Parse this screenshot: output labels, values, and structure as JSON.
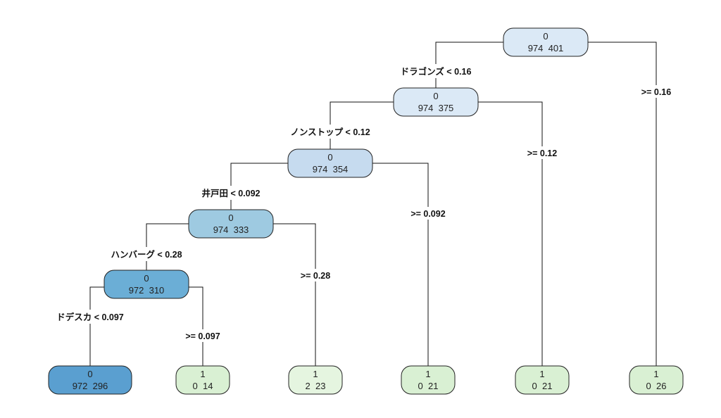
{
  "colors": {
    "class0_light": "#dbe9f6",
    "class0_mid": "#c6dbef",
    "class0_strong": "#9ecae1",
    "class0_stronger": "#6baed6",
    "class0_darkest": "#5a9fd0",
    "class1_leaf": "#d9f0d3",
    "class1_leaf_light": "#e5f5e0"
  },
  "nodes": [
    {
      "id": "n1",
      "class": "0",
      "counts": "974  401"
    },
    {
      "id": "n2",
      "class": "0",
      "counts": "974  375"
    },
    {
      "id": "n3",
      "class": "0",
      "counts": "974  354"
    },
    {
      "id": "n4",
      "class": "0",
      "counts": "974  333"
    },
    {
      "id": "n5",
      "class": "0",
      "counts": "972  310"
    },
    {
      "id": "l1",
      "class": "0",
      "counts": "972  296"
    },
    {
      "id": "l2",
      "class": "1",
      "counts": "0  14"
    },
    {
      "id": "l3",
      "class": "1",
      "counts": "2  23"
    },
    {
      "id": "l4",
      "class": "1",
      "counts": "0  21"
    },
    {
      "id": "l5",
      "class": "1",
      "counts": "0  21"
    },
    {
      "id": "l6",
      "class": "1",
      "counts": "0  26"
    }
  ],
  "splits": [
    {
      "left": "ドラゴンズ < 0.16",
      "right": ">= 0.16"
    },
    {
      "left": "ノンストップ < 0.12",
      "right": ">= 0.12"
    },
    {
      "left": "井戸田 < 0.092",
      "right": ">= 0.092"
    },
    {
      "left": "ハンバーグ < 0.28",
      "right": ">= 0.28"
    },
    {
      "left": "ドデスカ < 0.097",
      "right": ">= 0.097"
    }
  ]
}
